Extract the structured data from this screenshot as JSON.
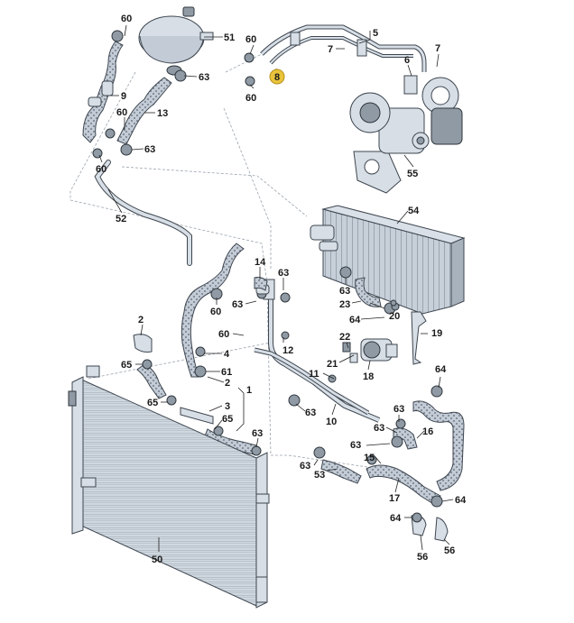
{
  "labels": [
    {
      "id": "60",
      "text": "60"
    },
    {
      "id": "51",
      "text": "51"
    },
    {
      "id": "63",
      "text": "63"
    },
    {
      "id": "9",
      "text": "9"
    },
    {
      "id": "13",
      "text": "13"
    },
    {
      "id": "52",
      "text": "52"
    },
    {
      "id": "5",
      "text": "5"
    },
    {
      "id": "7",
      "text": "7"
    },
    {
      "id": "6",
      "text": "6"
    },
    {
      "id": "8",
      "text": "8"
    },
    {
      "id": "55",
      "text": "55"
    },
    {
      "id": "54",
      "text": "54"
    },
    {
      "id": "14",
      "text": "14"
    },
    {
      "id": "23",
      "text": "23"
    },
    {
      "id": "20",
      "text": "20"
    },
    {
      "id": "64",
      "text": "64"
    },
    {
      "id": "19",
      "text": "19"
    },
    {
      "id": "22",
      "text": "22"
    },
    {
      "id": "21",
      "text": "21"
    },
    {
      "id": "18",
      "text": "18"
    },
    {
      "id": "2",
      "text": "2"
    },
    {
      "id": "4",
      "text": "4"
    },
    {
      "id": "65",
      "text": "65"
    },
    {
      "id": "61",
      "text": "61"
    },
    {
      "id": "1",
      "text": "1"
    },
    {
      "id": "3",
      "text": "3"
    },
    {
      "id": "12",
      "text": "12"
    },
    {
      "id": "11",
      "text": "11"
    },
    {
      "id": "10",
      "text": "10"
    },
    {
      "id": "16",
      "text": "16"
    },
    {
      "id": "15",
      "text": "15"
    },
    {
      "id": "53",
      "text": "53"
    },
    {
      "id": "17",
      "text": "17"
    },
    {
      "id": "56",
      "text": "56"
    },
    {
      "id": "50",
      "text": "50"
    }
  ],
  "colors": {
    "highlight_badge": "#e9c33a",
    "part_fill": "#c9d2db",
    "outline": "#3e4650",
    "label_text": "#1a1a1a"
  }
}
